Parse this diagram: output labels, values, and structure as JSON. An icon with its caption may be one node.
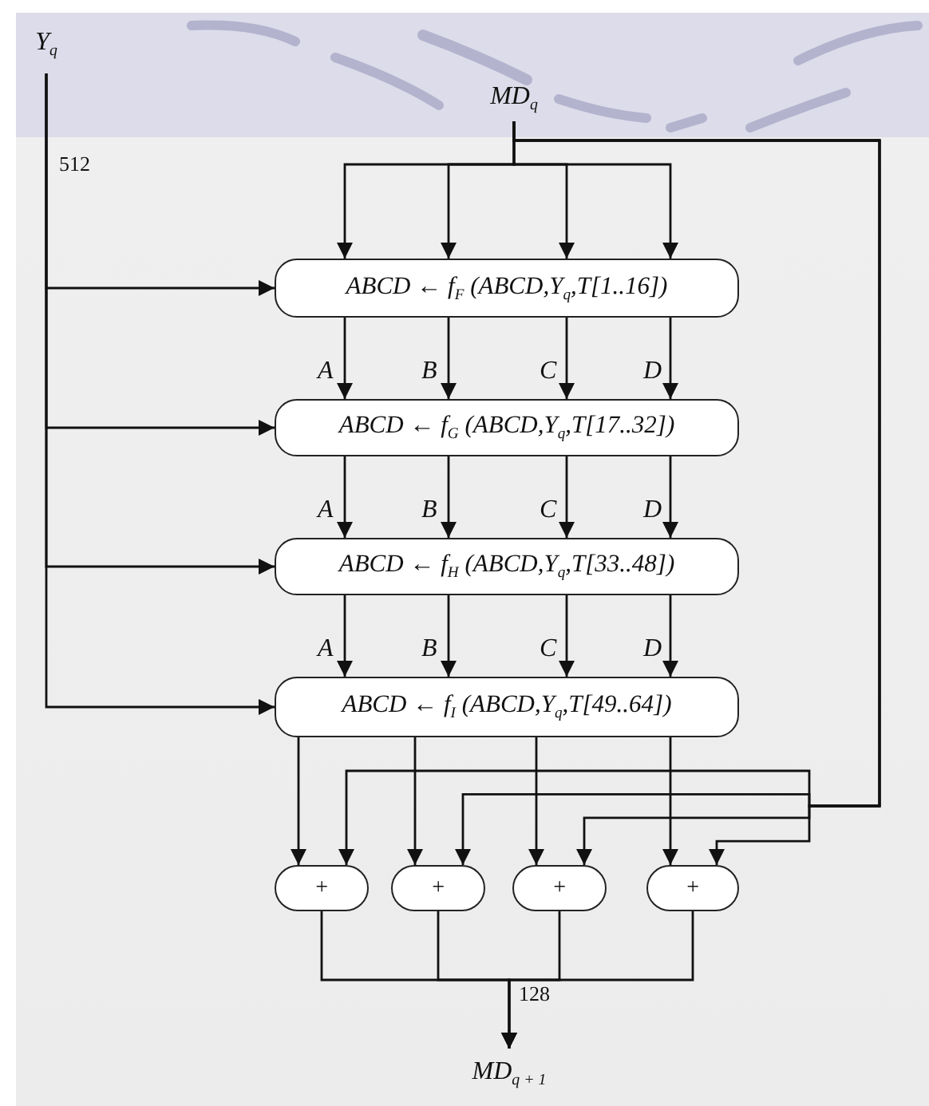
{
  "diagram": {
    "nodes": [
      {
        "text": [
          "Y$_{q}$"
        ]
      },
      {
        "text": [
          "MD$_{q}$"
        ]
      },
      {
        "text": [
          "ABCD ← f$_{F}$ (ABCD,Y$_{q}$,T[1..16])"
        ]
      },
      {
        "text": [
          "ABCD ← f$_{G}$ (ABCD,Y$_{q}$,T[17..32])"
        ]
      },
      {
        "text": [
          "ABCD ← f$_{H}$ (ABCD,Y$_{q}$,T[33..48])"
        ]
      },
      {
        "text": [
          "ABCD ← f$_{I}$ (ABCD,Y$_{q}$,T[49..64])"
        ]
      },
      {
        "text": [
          "+"
        ]
      },
      {
        "text": [
          "+"
        ]
      },
      {
        "text": [
          "+"
        ]
      },
      {
        "text": [
          "+"
        ]
      },
      {
        "text": [
          "MD$_{q + 1}$"
        ]
      }
    ],
    "edges": [
      {
        "from": 0,
        "to": 2,
        "arrow": "to"
      },
      {
        "from": 0,
        "to": 3,
        "arrow": "to"
      },
      {
        "from": 0,
        "to": 4,
        "arrow": "to"
      },
      {
        "from": 0,
        "to": 5,
        "arrow": "to"
      },
      {
        "from": 1,
        "to": 2,
        "arrow": "to"
      },
      {
        "from": 1,
        "to": 2,
        "arrow": "to"
      },
      {
        "from": 1,
        "to": 2,
        "arrow": "to"
      },
      {
        "from": 1,
        "to": 2,
        "arrow": "to"
      },
      {
        "from": 2,
        "to": 3,
        "arrow": "to",
        "label": "A"
      },
      {
        "from": 2,
        "to": 3,
        "arrow": "to",
        "label": "B"
      },
      {
        "from": 2,
        "to": 3,
        "arrow": "to",
        "label": "C"
      },
      {
        "from": 2,
        "to": 3,
        "arrow": "to",
        "label": "D"
      },
      {
        "from": 3,
        "to": 4,
        "arrow": "to",
        "label": "A"
      },
      {
        "from": 3,
        "to": 4,
        "arrow": "to",
        "label": "B"
      },
      {
        "from": 3,
        "to": 4,
        "arrow": "to",
        "label": "C"
      },
      {
        "from": 3,
        "to": 4,
        "arrow": "to",
        "label": "D"
      },
      {
        "from": 4,
        "to": 5,
        "arrow": "to",
        "label": "A"
      },
      {
        "from": 4,
        "to": 5,
        "arrow": "to",
        "label": "B"
      },
      {
        "from": 4,
        "to": 5,
        "arrow": "to",
        "label": "C"
      },
      {
        "from": 4,
        "to": 5,
        "arrow": "to",
        "label": "D"
      },
      {
        "from": 5,
        "to": 6,
        "arrow": "to"
      },
      {
        "from": 5,
        "to": 7,
        "arrow": "to"
      },
      {
        "from": 5,
        "to": 8,
        "arrow": "to"
      },
      {
        "from": 5,
        "to": 9,
        "arrow": "to"
      },
      {
        "from": 1,
        "to": 6,
        "arrow": "to"
      },
      {
        "from": 1,
        "to": 7,
        "arrow": "to"
      },
      {
        "from": 1,
        "to": 8,
        "arrow": "to"
      },
      {
        "from": 1,
        "to": 9,
        "arrow": "to"
      },
      {
        "from": 6,
        "to": 10,
        "arrow": "to"
      },
      {
        "from": 7,
        "to": 10,
        "arrow": "to"
      },
      {
        "from": 8,
        "to": 10,
        "arrow": "to"
      },
      {
        "from": 9,
        "to": 10,
        "arrow": "to"
      }
    ],
    "labels": [
      "512",
      "128"
    ]
  }
}
